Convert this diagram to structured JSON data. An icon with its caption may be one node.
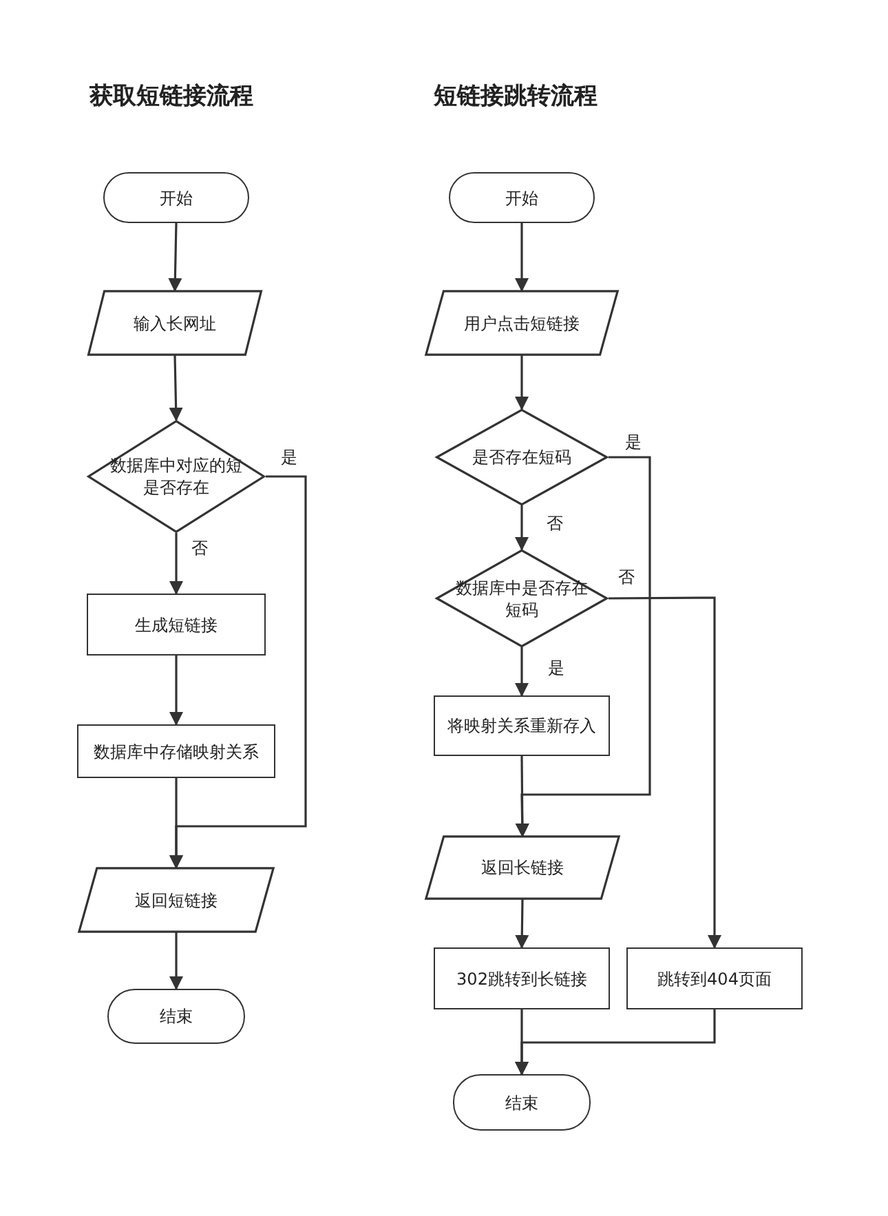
{
  "diagram": {
    "nodes": [
      {
        "text": [
          "开始"
        ]
      },
      {
        "text": [
          "输入长网址"
        ]
      },
      {
        "text": [
          "数据库中对应的短是否存在"
        ]
      },
      {
        "text": [
          "生成短链接"
        ]
      },
      {
        "text": [
          "数据库中存储映射关系"
        ]
      },
      {
        "text": [
          "返回短链接"
        ]
      },
      {
        "text": [
          "结束"
        ]
      },
      {
        "text": [
          "开始"
        ]
      },
      {
        "text": [
          "用户点击短链接"
        ]
      },
      {
        "text": [
          "是否存在短码"
        ]
      },
      {
        "text": [
          "数据库中是否存在短码"
        ]
      },
      {
        "text": [
          "将映射关系重新存入"
        ]
      },
      {
        "text": [
          "返回长链接"
        ]
      },
      {
        "text": [
          "302跳转到长链接"
        ]
      },
      {
        "text": [
          "跳转到404页面"
        ]
      },
      {
        "text": [
          "结束"
        ]
      }
    ],
    "edges": [
      {
        "from": 0,
        "to": 1,
        "arrow": "to"
      },
      {
        "from": 1,
        "to": 2,
        "arrow": "to"
      },
      {
        "from": 2,
        "to": 3,
        "arrow": "to",
        "label": "否"
      },
      {
        "from": 3,
        "to": 4,
        "arrow": "to"
      },
      {
        "from": 4,
        "to": 5,
        "arrow": "to"
      },
      {
        "from": 2,
        "to": 5,
        "arrow": "to",
        "label": "是"
      },
      {
        "from": 5,
        "to": 6,
        "arrow": "to"
      },
      {
        "from": 7,
        "to": 8,
        "arrow": "to"
      },
      {
        "from": 8,
        "to": 9,
        "arrow": "to"
      },
      {
        "from": 9,
        "to": 10,
        "arrow": "to",
        "label": "否"
      },
      {
        "from": 9,
        "to": 12,
        "arrow": "to",
        "label": "是"
      },
      {
        "from": 10,
        "to": 11,
        "arrow": "to",
        "label": "是"
      },
      {
        "from": 11,
        "to": 12,
        "arrow": "to"
      },
      {
        "from": 10,
        "to": 14,
        "arrow": "to",
        "label": "否"
      },
      {
        "from": 12,
        "to": 13,
        "arrow": "to"
      },
      {
        "from": 13,
        "to": 15,
        "arrow": "to"
      },
      {
        "from": 14,
        "to": 15,
        "arrow": "to"
      }
    ],
    "labels": [
      "获取短链接流程",
      "短链接跳转流程"
    ]
  }
}
